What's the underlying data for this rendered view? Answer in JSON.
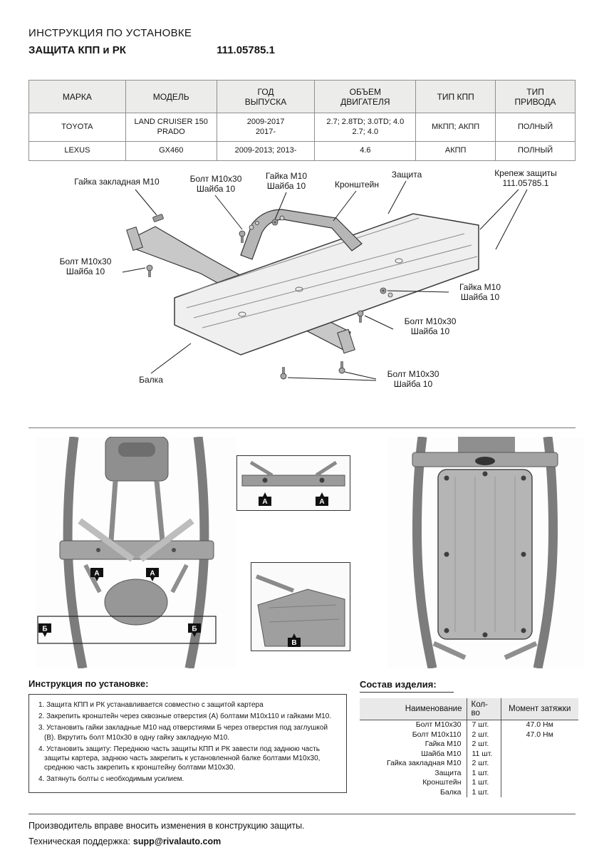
{
  "header": {
    "title_line1": "ИНСТРУКЦИЯ ПО УСТАНОВКЕ",
    "title_line2": "ЗАЩИТА КПП и РК",
    "part_number": "111.05785.1"
  },
  "spec_table": {
    "headers": [
      "МАРКА",
      "МОДЕЛЬ",
      "ГОД\nВЫПУСКА",
      "ОБЪЕМ\nДВИГАТЕЛЯ",
      "ТИП КПП",
      "ТИП\nПРИВОДА"
    ],
    "rows": [
      [
        "TOYOTA",
        "LAND CRUISER 150\nPRADO",
        "2009-2017\n2017-",
        "2.7; 2.8TD; 3.0TD; 4.0\n2.7; 4.0",
        "МКПП; АКПП",
        "ПОЛНЫЙ"
      ],
      [
        "LEXUS",
        "GX460",
        "2009-2013; 2013-",
        "4.6",
        "АКПП",
        "ПОЛНЫЙ"
      ]
    ]
  },
  "diagram": {
    "labels": {
      "nut_insert": "Гайка закладная М10",
      "bolt_top": "Болт М10х30\nШайба 10",
      "nut_top": "Гайка М10\nШайба 10",
      "bracket": "Кронштейн",
      "shield": "Защита",
      "fasteners": "Крепеж защиты\n111.05785.1",
      "bolt_left": "Болт М10х30\nШайба 10",
      "nut_right": "Гайка М10\nШайба 10",
      "bolt_mid": "Болт М10х30\nШайба 10",
      "bolt_bottom": "Болт М10х30\nШайба 10",
      "beam": "Балка"
    }
  },
  "photos": {
    "markers": {
      "a": "А",
      "b": "Б",
      "v": "В"
    }
  },
  "instructions": {
    "heading": "Инструкция по установке:",
    "steps": [
      "1. Защита КПП и РК устанавливается совместно с защитой картера",
      "2. Закрепить кронштейн через сквозные отверстия (А) болтами М10х110 и гайками М10.",
      "3. Установить гайки закладные М10 над отверстиями Б через отверстия под заглушкой (В). Вкрутить болт М10х30 в одну гайку закладную М10.",
      "4. Установить защиту: Переднюю часть защиты КПП и РК завести под заднюю часть защиты картера, заднюю часть закрепить к установленной балке болтами М10х30, среднюю часть закрепить к кронштейну болтами М10х30.",
      "4. Затянуть болты с необходимым усилием."
    ]
  },
  "parts": {
    "heading": "Состав изделия:",
    "headers": [
      "Наименование",
      "Кол-во",
      "Момент затяжки"
    ],
    "rows": [
      [
        "Болт М10х30",
        "7 шт.",
        "47.0 Нм"
      ],
      [
        "Болт М10х110",
        "2 шт.",
        "47.0 Нм"
      ],
      [
        "Гайка М10",
        "2 шт.",
        ""
      ],
      [
        "Шайба М10",
        "11 шт.",
        ""
      ],
      [
        "Гайка закладная М10",
        "2 шт.",
        ""
      ],
      [
        "Защита",
        "1 шт.",
        ""
      ],
      [
        "Кронштейн",
        "1 шт.",
        ""
      ],
      [
        "Балка",
        "1 шт.",
        ""
      ]
    ]
  },
  "footer": {
    "line1": "Производитель вправе вносить изменения в конструкцию защиты.",
    "line2_label": "Техническая поддержка:",
    "line2_email": "supp@rivalauto.com"
  }
}
